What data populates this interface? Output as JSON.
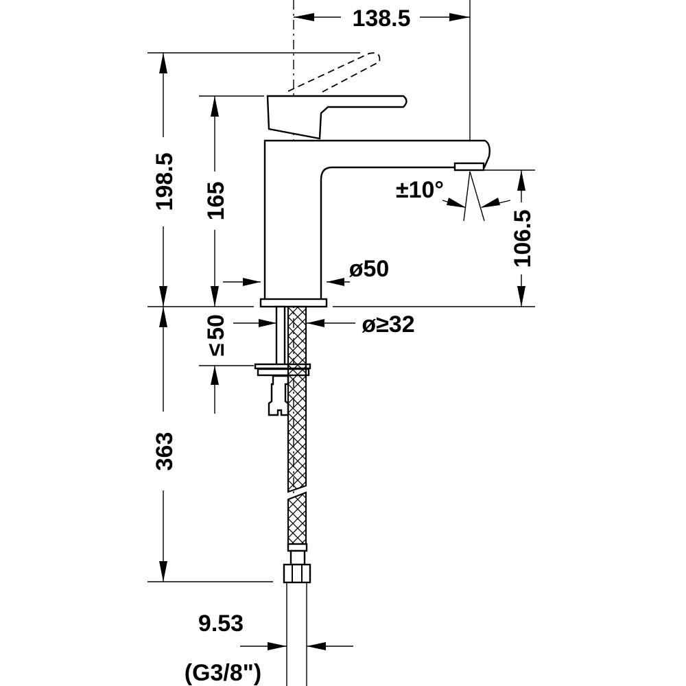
{
  "dimensions": {
    "spout_reach": "138.5",
    "total_height": "198.5",
    "body_height": "165",
    "swivel_angle": "±10°",
    "outlet_height": "106.5",
    "base_diameter": "ø50",
    "hole_diameter": "ø≥32",
    "max_deck_thickness": "50",
    "max_deck_symbol": "≤",
    "hose_length": "363",
    "connection_diameter": "9.53",
    "connection_thread": "(G3/8\")"
  },
  "icons": {
    "dimension_arrow": "arrowhead",
    "centerline": "dash-dot-line"
  }
}
